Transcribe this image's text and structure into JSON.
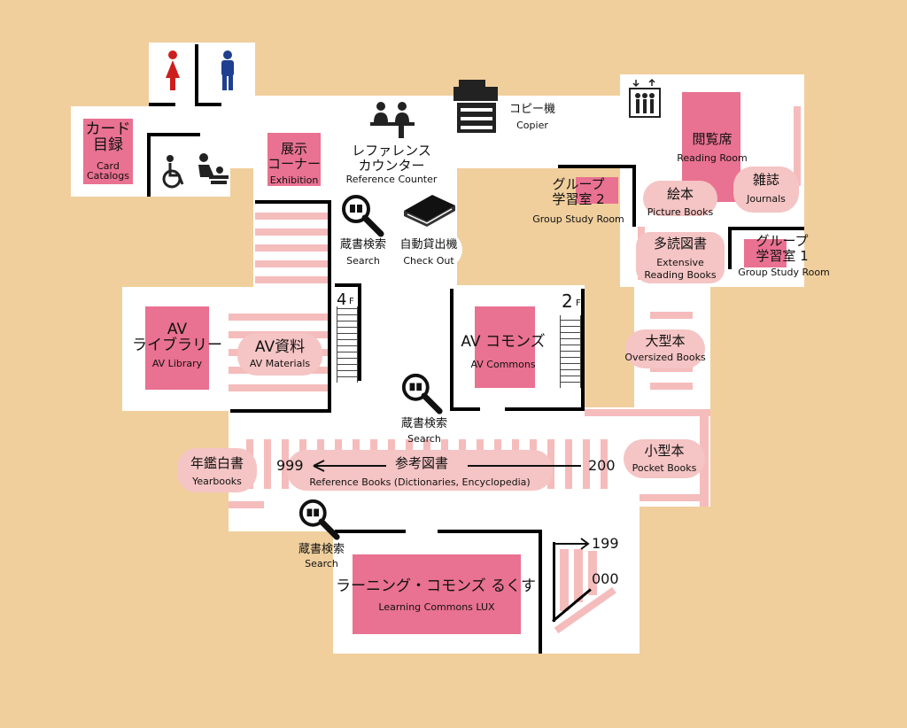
{
  "areas": {
    "card_catalogs": {
      "jp": "カード\n目録",
      "en": "Card\nCatalogs"
    },
    "exhibition": {
      "jp": "展示\nコーナー",
      "en": "Exhibition"
    },
    "reference_counter": {
      "jp": "レファレンス\nカウンター",
      "en": "Reference Counter"
    },
    "copier": {
      "jp": "コピー機",
      "en": "Copier"
    },
    "reading_room": {
      "jp": "閲覧席",
      "en": "Reading Room"
    },
    "group_study_2": {
      "jp": "グループ\n学習室 2",
      "en": "Group Study Room"
    },
    "group_study_1": {
      "jp": "グループ\n学習室 1",
      "en": "Group Study Room"
    },
    "picture_books": {
      "jp": "絵本",
      "en": "Picture Books"
    },
    "journals": {
      "jp": "雑誌",
      "en": "Journals"
    },
    "extensive_reading": {
      "jp": "多読図書",
      "en": "Extensive\nReading Books"
    },
    "search_1": {
      "jp": "蔵書検索",
      "en": "Search"
    },
    "check_out": {
      "jp": "自動貸出機",
      "en": "Check Out"
    },
    "av_library": {
      "jp": "AV\nライブラリー",
      "en": "AV Library"
    },
    "av_materials": {
      "jp": "AV資料",
      "en": "AV Materials"
    },
    "av_commons": {
      "jp": "AV コモンズ",
      "en": "AV Commons"
    },
    "oversized": {
      "jp": "大型本",
      "en": "Oversized Books"
    },
    "search_2": {
      "jp": "蔵書検索",
      "en": "Search"
    },
    "yearbooks": {
      "jp": "年鑑白書",
      "en": "Yearbooks"
    },
    "reference_books": {
      "jp": "参考図書",
      "en": "Reference Books (Dictionaries, Encyclopedia)"
    },
    "pocket_books": {
      "jp": "小型本",
      "en": "Pocket Books"
    },
    "search_3": {
      "jp": "蔵書検索",
      "en": "Search"
    },
    "learning_commons": {
      "jp": "ラーニング・コモンズ るくす",
      "en": "Learning Commons LUX"
    }
  },
  "numbers": {
    "n999": "999",
    "n200": "200",
    "n199": "199",
    "n000": "000"
  },
  "stairs": {
    "s4": "4",
    "s4f": "F",
    "s2": "2",
    "s2f": "F"
  },
  "colors": {
    "background": "#f0cf9d",
    "floor": "#ffffff",
    "shelf": "#f5bcbc",
    "room": "#e97191",
    "pill": "#f5c4c4"
  },
  "icons": [
    "restroom-female-icon",
    "restroom-male-icon",
    "accessible-icon",
    "baby-changing-icon",
    "reference-counter-icon",
    "copier-icon",
    "elevator-icon",
    "search-icon",
    "check-out-icon"
  ]
}
